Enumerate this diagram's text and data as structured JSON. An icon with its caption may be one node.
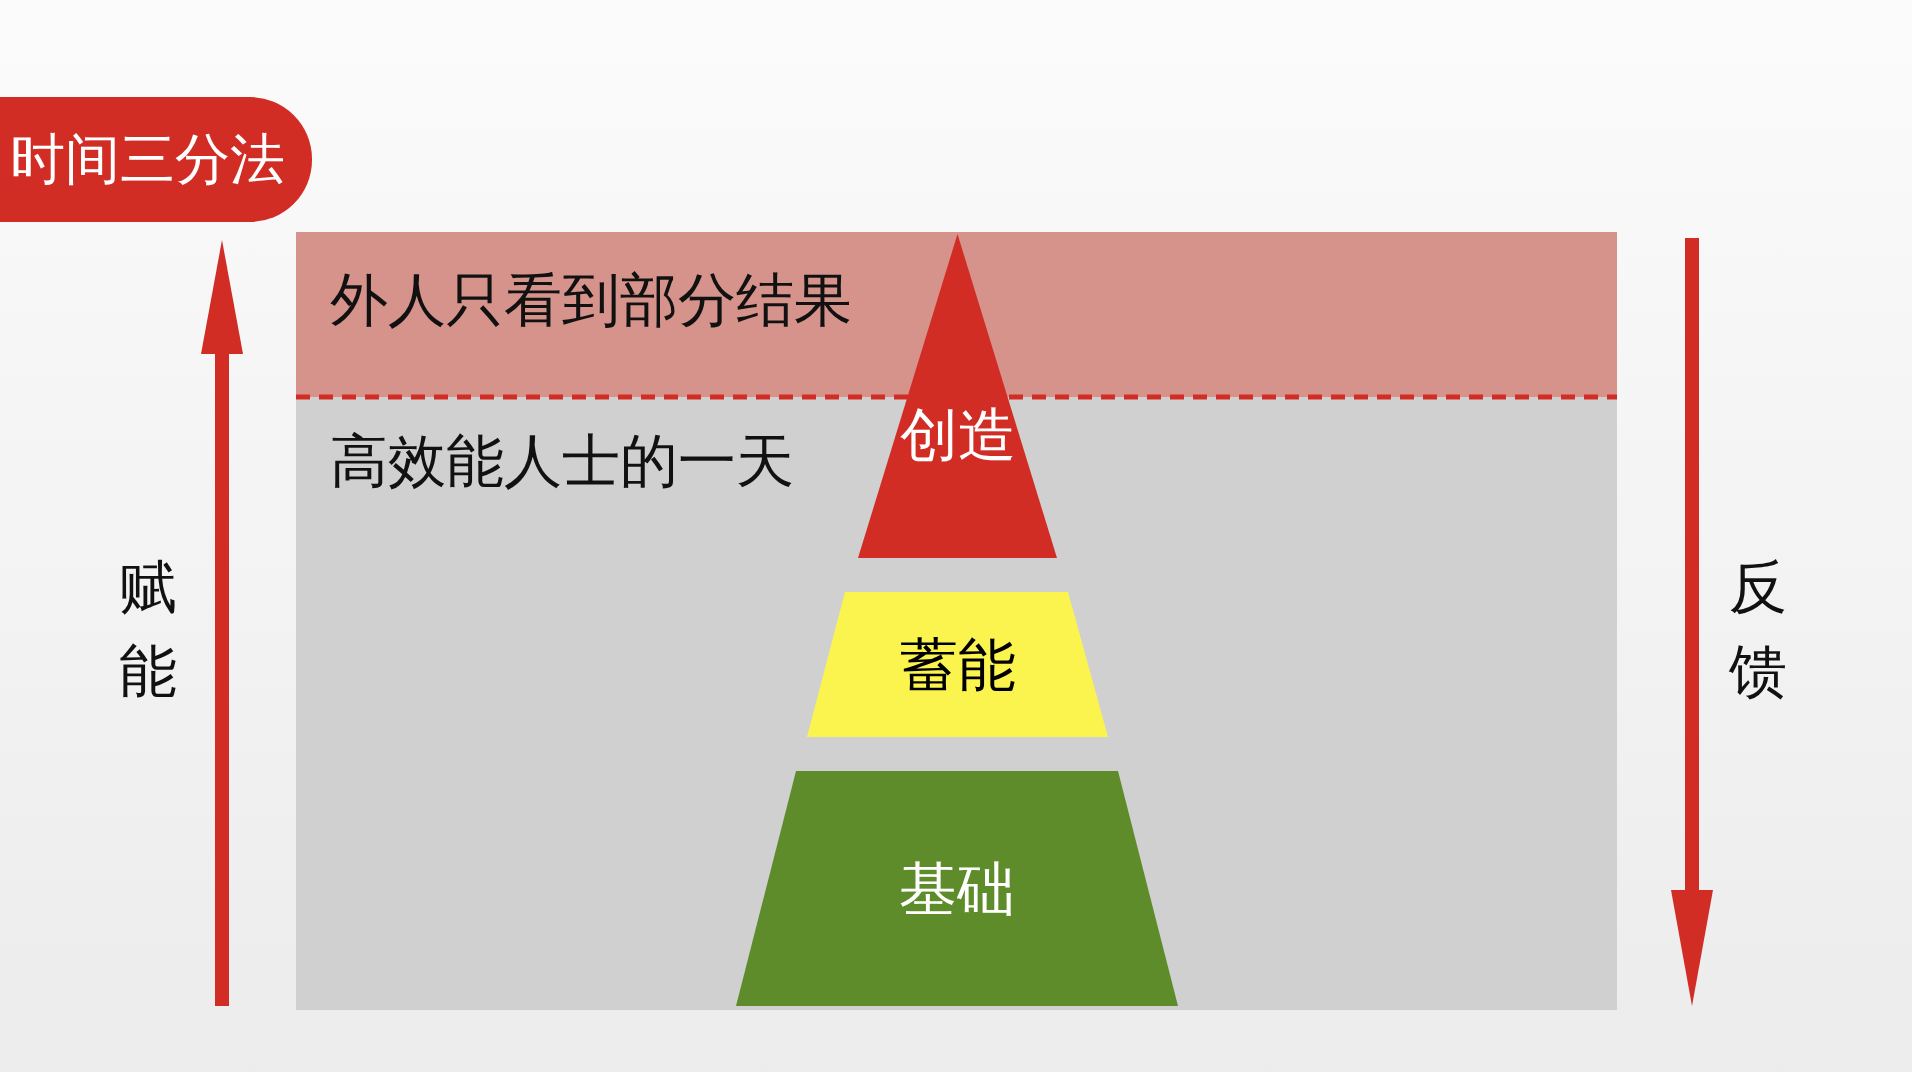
{
  "diagram": {
    "title": "时间三分法",
    "nodes": [
      {
        "text": [
          "外人只看到部分结果"
        ]
      },
      {
        "text": [
          "高效能人士的一天"
        ]
      },
      {
        "text": [
          "创造"
        ]
      },
      {
        "text": [
          "蓄能"
        ],
        "in": 1
      },
      {
        "text": [
          "基础"
        ],
        "in": 1
      }
    ],
    "labels": [
      "赋能",
      "反馈"
    ]
  }
}
